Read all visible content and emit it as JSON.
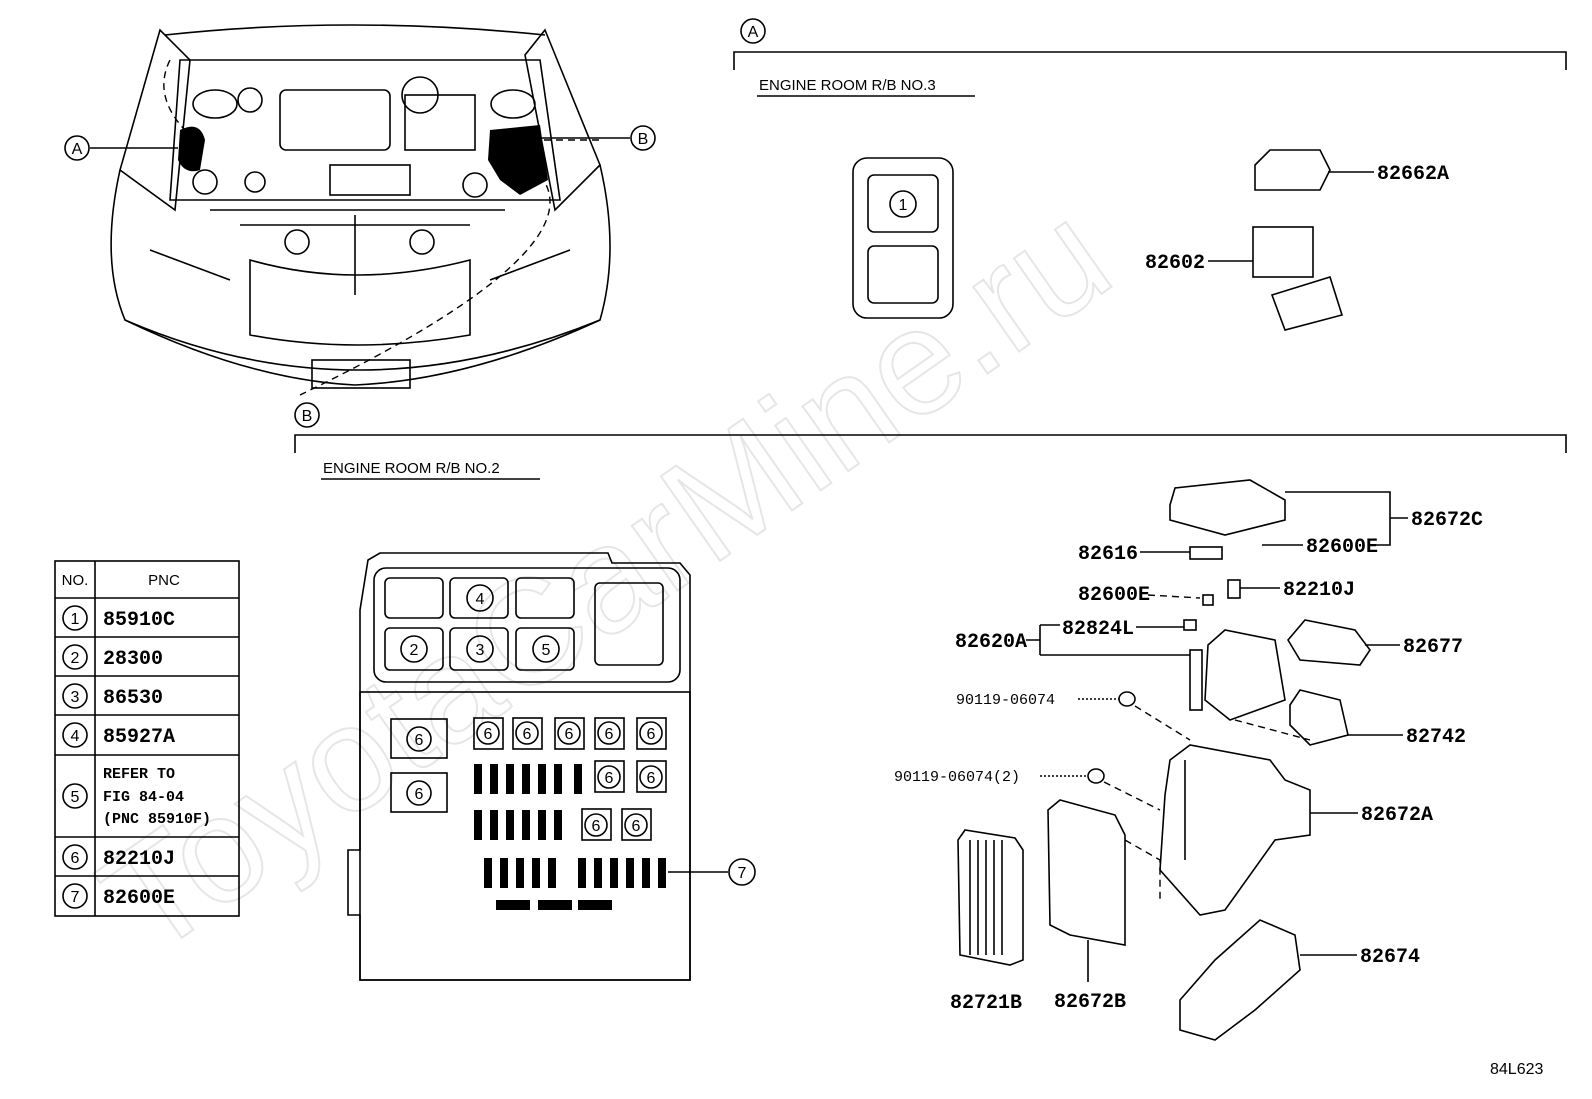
{
  "watermark": "ToyotaCarMine.ru",
  "diagram_code": "84L623",
  "callouts": {
    "a": "A",
    "b": "B"
  },
  "sections": {
    "a_title": "ENGINE ROOM R/B NO.3",
    "b_title": "ENGINE ROOM R/B NO.2"
  },
  "table": {
    "header_no": "NO.",
    "header_pnc": "PNC",
    "rows": [
      {
        "no": "1",
        "pnc": "85910C"
      },
      {
        "no": "2",
        "pnc": "28300"
      },
      {
        "no": "3",
        "pnc": "86530"
      },
      {
        "no": "4",
        "pnc": "85927A"
      },
      {
        "no": "5",
        "pnc_line1": "REFER TO",
        "pnc_line2": "FIG 84-04",
        "pnc_line3": "(PNC 85910F)"
      },
      {
        "no": "6",
        "pnc": "82210J"
      },
      {
        "no": "7",
        "pnc": "82600E"
      }
    ]
  },
  "relay_box_a": {
    "slot1": "1"
  },
  "relay_box_b": {
    "s4": "4",
    "s2": "2",
    "s3": "3",
    "s5": "5",
    "s6": "6",
    "s7": "7"
  },
  "parts": {
    "p82662A": "82662A",
    "p82602": "82602",
    "p82672C": "82672C",
    "p82600E_a": "82600E",
    "p82616": "82616",
    "p82600E_b": "82600E",
    "p82210J": "82210J",
    "p82620A": "82620A",
    "p82824L": "82824L",
    "p82677": "82677",
    "p90119a": "90119-06074",
    "p82742": "82742",
    "p90119b": "90119-06074(2)",
    "p82672A": "82672A",
    "p82674": "82674",
    "p82721B": "82721B",
    "p82672B": "82672B"
  }
}
